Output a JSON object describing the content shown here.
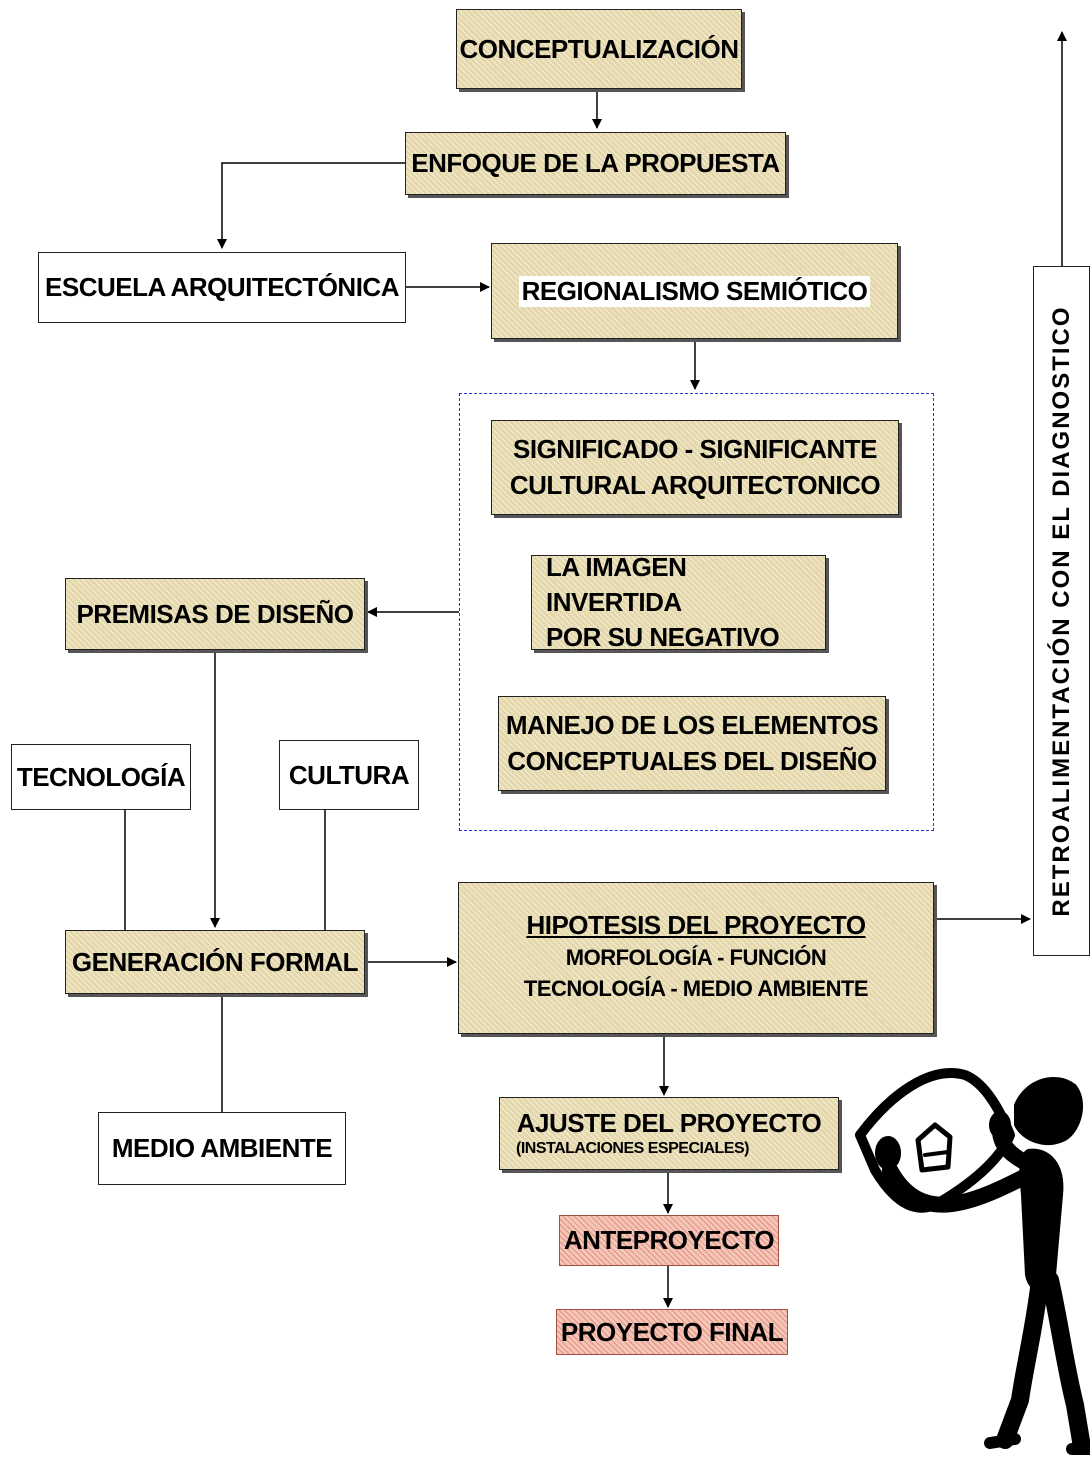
{
  "nodes": {
    "conceptualizacion": "CONCEPTUALIZACIÓN",
    "enfoque": "ENFOQUE DE LA PROPUESTA",
    "escuela": "ESCUELA ARQUITECTÓNICA",
    "regionalismo": "REGIONALISMO SEMIÓTICO",
    "significado": [
      "SIGNIFICADO - SIGNIFICANTE",
      "CULTURAL ARQUITECTONICO"
    ],
    "imagen": [
      "LA IMAGEN INVERTIDA",
      "POR SU NEGATIVO"
    ],
    "manejo": [
      "MANEJO DE LOS ELEMENTOS",
      "CONCEPTUALES DEL DISEÑO"
    ],
    "premisas": "PREMISAS DE DISEÑO",
    "tecnologia": "TECNOLOGÍA",
    "cultura": "CULTURA",
    "generacion": "GENERACIÓN FORMAL",
    "hipotesis": {
      "title": "HIPOTESIS DEL PROYECTO",
      "line1": "MORFOLOGÍA - FUNCIÓN",
      "line2": "TECNOLOGÍA - MEDIO AMBIENTE"
    },
    "medio_ambiente": "MEDIO AMBIENTE",
    "ajuste": {
      "title": "AJUSTE DEL  PROYECTO",
      "subtitle": "(INSTALACIONES ESPECIALES)"
    },
    "anteproyecto": "ANTEPROYECTO",
    "proyecto_final": "PROYECTO FINAL",
    "retroalimentacion": "RETROALIMENTACIÓN CON EL DIAGNOSTICO"
  },
  "colors": {
    "tan": "#e4d8ab",
    "pink": "#f3c6b8",
    "dashed_border": "#2a35d8",
    "line": "#000000"
  },
  "illustration": "person-holding-map-icon"
}
